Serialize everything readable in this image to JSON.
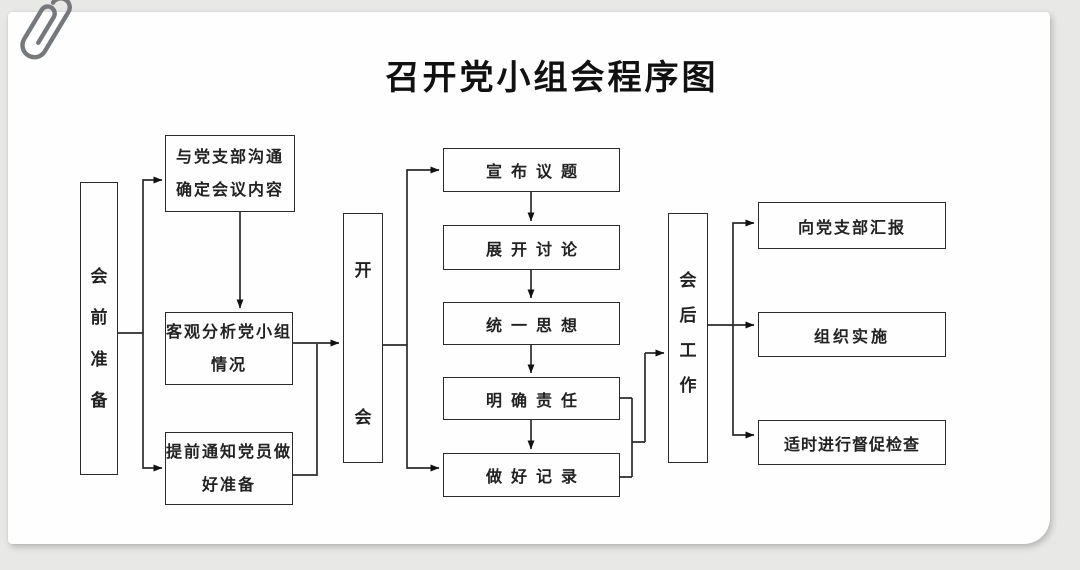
{
  "page": {
    "title": "召开党小组会程序图"
  },
  "colors": {
    "line": "#2b2b2b",
    "arrow": "#111111",
    "paper": "#fefefe",
    "backdrop": "#e8e8e7",
    "clip": "#75787c"
  },
  "icons": {
    "paperclip": "paperclip-icon"
  },
  "flow": {
    "stage_pre": {
      "label": "会前准备"
    },
    "pre_steps": [
      {
        "label": "与党支部沟通\n确定会议内容"
      },
      {
        "label": "客观分析党小组\n情况"
      },
      {
        "label": "提前通知党员做\n好准备"
      }
    ],
    "stage_meeting": {
      "label": "开会"
    },
    "meeting_steps": [
      {
        "label": "宣布议题"
      },
      {
        "label": "展开讨论"
      },
      {
        "label": "统一思想"
      },
      {
        "label": "明确责任"
      },
      {
        "label": "做好记录"
      }
    ],
    "stage_post": {
      "label": "会后工作"
    },
    "post_steps": [
      {
        "label": "向党支部汇报"
      },
      {
        "label": "组织实施"
      },
      {
        "label": "适时进行督促检查"
      }
    ]
  }
}
